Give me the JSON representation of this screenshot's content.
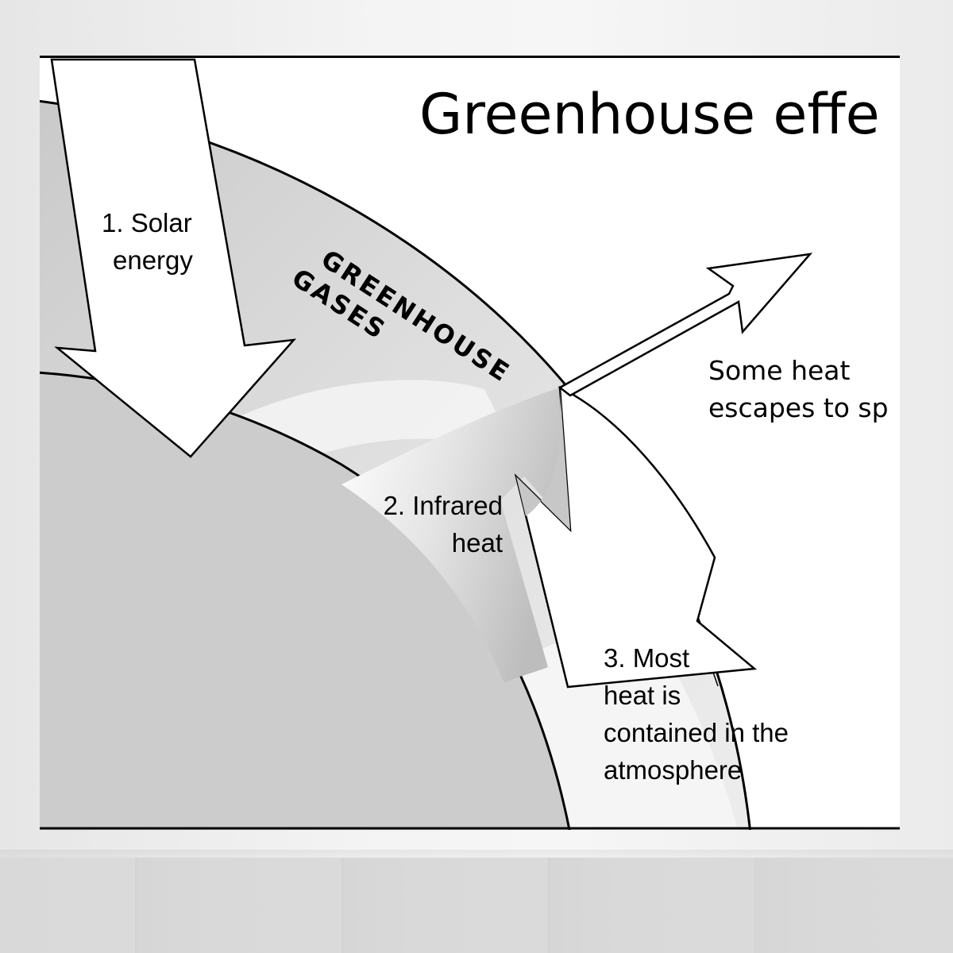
{
  "diagram": {
    "title": "Greenhouse effe",
    "band_label_line1": "GREENHOUSE",
    "band_label_line2": "GASES",
    "step1_line1": "1. Solar",
    "step1_line2": "energy",
    "step2_line1": "2. Infrared",
    "step2_line2": "heat",
    "step3_line1": "3. Most",
    "step3_line2": "heat is",
    "step3_line3": "contained in the",
    "step3_line4": "atmosphere",
    "escape_line1": "Some heat",
    "escape_line2": "escapes to sp"
  },
  "colors": {
    "earth": "#cccccc",
    "atmosphere_band": "#d6d6d6",
    "outline": "#000000",
    "wall": "#f2f2f2",
    "floor": "#d8d8d8"
  }
}
